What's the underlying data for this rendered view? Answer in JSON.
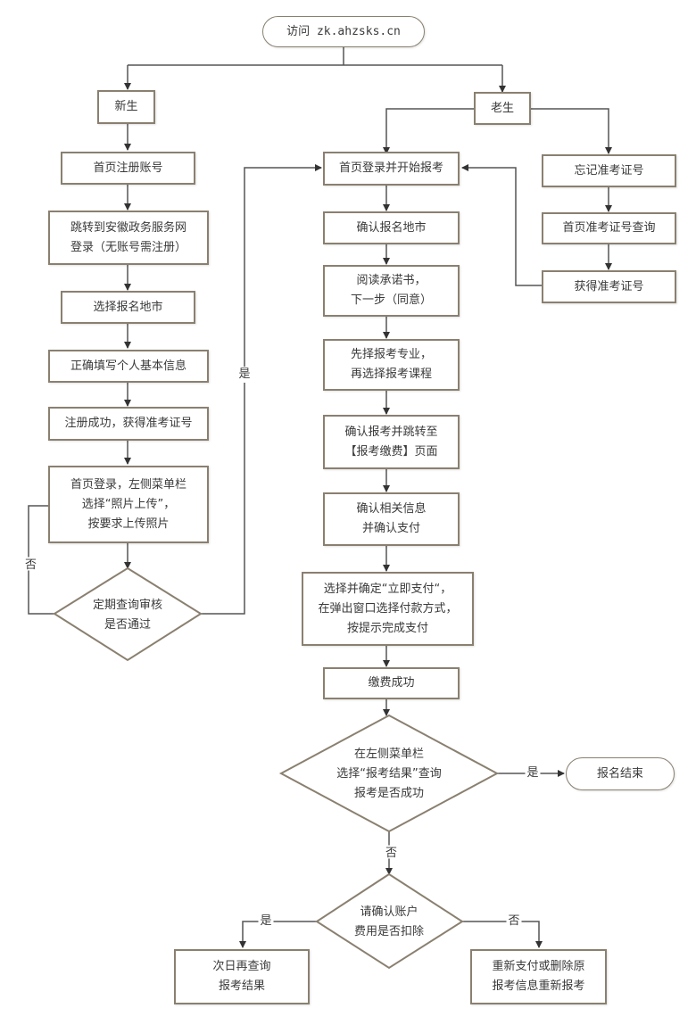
{
  "flowchart": {
    "start": {
      "text": "访问 zk.ahzsks.cn"
    },
    "new_student": {
      "label": "新生",
      "steps": [
        "首页注册账号",
        "跳转到安徽政务服务网\n登录（无账号需注册）",
        "选择报名地市",
        "正确填写个人基本信息",
        "注册成功，获得准考证号",
        "首页登录，左侧菜单栏\n选择“照片上传”，\n按要求上传照片"
      ],
      "decision": "定期查询审核\n是否通过",
      "yes_label": "是",
      "no_label": "否"
    },
    "old_student": {
      "label": "老生",
      "forgot_branch": [
        "忘记准考证号",
        "首页准考证号查询",
        "获得准考证号"
      ]
    },
    "main_steps": [
      "首页登录并开始报考",
      "确认报名地市",
      "阅读承诺书，\n下一步（同意）",
      "先择报考专业，\n再选择报考课程",
      "确认报考并跳转至\n【报考缴费】页面",
      "确认相关信息\n并确认支付",
      "选择并确定“立即支付“，\n在弹出窗口选择付款方式，\n按提示完成支付",
      "缴费成功"
    ],
    "result_decision": {
      "text": "在左侧菜单栏\n选择“报考结果”查询\n报考是否成功",
      "yes_label": "是",
      "no_label": "否"
    },
    "end": {
      "text": "报名结束"
    },
    "deduct_decision": {
      "text": "请确认账户\n费用是否扣除",
      "yes_label": "是",
      "no_label": "否"
    },
    "yes_outcome": "次日再查询\n报考结果",
    "no_outcome": "重新支付或删除原\n报考信息重新报考"
  },
  "colors": {
    "line": "#555555",
    "border": "#8a8070",
    "text": "#3a3a3a"
  }
}
